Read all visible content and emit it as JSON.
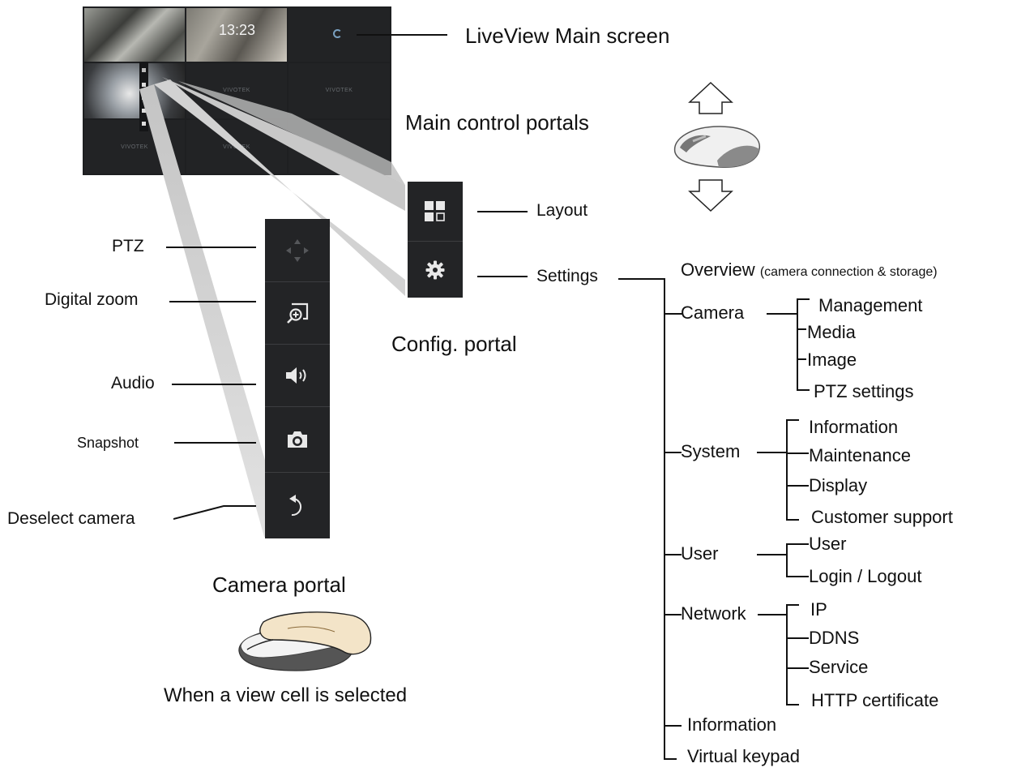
{
  "main_screen": {
    "title": "LiveView Main screen",
    "clock": "13:23",
    "logo_text": "VIVOTEK"
  },
  "main_control": {
    "title": "Main control portals"
  },
  "config_portal": {
    "title": "Config. portal",
    "buttons": [
      {
        "label": "Layout",
        "icon": "layout-grid-icon"
      },
      {
        "label": "Settings",
        "icon": "gear-icon"
      }
    ]
  },
  "camera_portal": {
    "title": "Camera portal",
    "subtitle": "When a view cell is selected",
    "buttons": [
      {
        "label": "PTZ",
        "icon": "ptz-arrows-icon"
      },
      {
        "label": "Digital zoom",
        "icon": "digital-zoom-icon"
      },
      {
        "label": "Audio",
        "icon": "speaker-icon"
      },
      {
        "label": "Snapshot",
        "icon": "camera-icon"
      },
      {
        "label": "Deselect camera",
        "icon": "undo-arrow-icon"
      }
    ]
  },
  "settings_tree": {
    "overview": {
      "label": "Overview",
      "note": "(camera connection & storage)"
    },
    "camera": {
      "label": "Camera",
      "children": [
        "Management",
        "Media",
        "Image",
        "PTZ settings"
      ]
    },
    "system": {
      "label": "System",
      "children": [
        "Information",
        "Maintenance",
        "Display",
        "Customer support"
      ]
    },
    "user": {
      "label": "User",
      "children": [
        "User",
        "Login / Logout"
      ]
    },
    "network": {
      "label": "Network",
      "children": [
        "IP",
        "DDNS",
        "Service",
        "HTTP certificate"
      ]
    },
    "information": {
      "label": "Information"
    },
    "virtual_keypad": {
      "label": "Virtual keypad"
    }
  },
  "colors": {
    "portal_bg": "#232426",
    "icon": "#e6e6e6",
    "funnel": "#d0d0d0"
  }
}
